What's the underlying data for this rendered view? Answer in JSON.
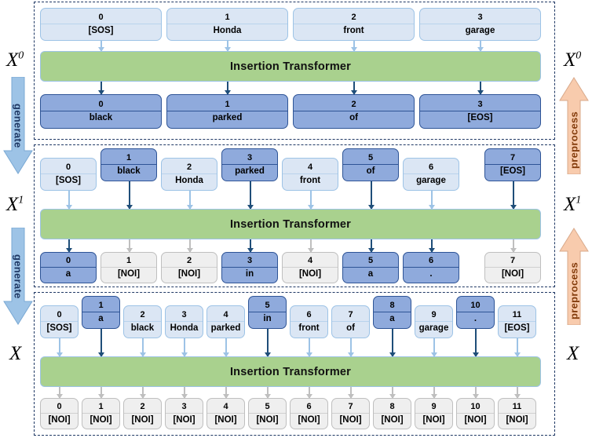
{
  "figure": {
    "model_label": "Insertion Transformer",
    "left_arrow_label": "generate",
    "right_arrow_label": "preprocess",
    "colors": {
      "canvas": "#ffffff",
      "panel_border": "#1f3864",
      "model_bar": "#a9d18e",
      "model_bar_border": "#9dc3e6",
      "box_light": "#dbe6f4",
      "box_light_border": "#9dc3e6",
      "box_blue": "#8faadc",
      "box_blue_border": "#2e5496",
      "box_gray": "#efefef",
      "box_gray_border": "#bfbfbf",
      "arrow_pale": "#9dc3e6",
      "arrow_dark": "#1f4e79",
      "arrow_gray": "#bfbfbf",
      "generate_arrow": "#9dc3e6",
      "preprocess_arrow": "#f8cbad"
    }
  },
  "stages": [
    {
      "name": "stage-0",
      "left_label": "X",
      "left_superscript": "0",
      "right_label": "X",
      "right_superscript": "0",
      "input_row": [
        {
          "index": "0",
          "token": "[SOS]",
          "style": "light"
        },
        {
          "index": "1",
          "token": "Honda",
          "style": "light"
        },
        {
          "index": "2",
          "token": "front",
          "style": "light"
        },
        {
          "index": "3",
          "token": "garage",
          "style": "light"
        }
      ],
      "output_row": [
        {
          "index": "0",
          "token": "black",
          "style": "blue"
        },
        {
          "index": "1",
          "token": "parked",
          "style": "blue"
        },
        {
          "index": "2",
          "token": "of",
          "style": "blue"
        },
        {
          "index": "3",
          "token": "[EOS]",
          "style": "blue"
        }
      ]
    },
    {
      "name": "stage-1",
      "left_label": "X",
      "left_superscript": "1",
      "right_label": "X",
      "right_superscript": "1",
      "input_row": [
        {
          "index": "0",
          "token": "[SOS]",
          "style": "light",
          "raised": false
        },
        {
          "index": "1",
          "token": "black",
          "style": "blue",
          "raised": true
        },
        {
          "index": "2",
          "token": "Honda",
          "style": "light",
          "raised": false
        },
        {
          "index": "3",
          "token": "parked",
          "style": "blue",
          "raised": true
        },
        {
          "index": "4",
          "token": "front",
          "style": "light",
          "raised": false
        },
        {
          "index": "5",
          "token": "of",
          "style": "blue",
          "raised": true
        },
        {
          "index": "6",
          "token": "garage",
          "style": "light",
          "raised": false
        },
        {
          "index": "7",
          "token": "[EOS]",
          "style": "blue",
          "raised": true
        }
      ],
      "output_row": [
        {
          "index": "0",
          "token": "a",
          "style": "blue"
        },
        {
          "index": "1",
          "token": "[NOI]",
          "style": "gray"
        },
        {
          "index": "2",
          "token": "[NOI]",
          "style": "gray"
        },
        {
          "index": "3",
          "token": "in",
          "style": "blue"
        },
        {
          "index": "4",
          "token": "[NOI]",
          "style": "gray"
        },
        {
          "index": "5",
          "token": "a",
          "style": "blue"
        },
        {
          "index": "6",
          "token": ".",
          "style": "blue"
        },
        {
          "index": "7",
          "token": "[NOI]",
          "style": "gray"
        }
      ]
    },
    {
      "name": "stage-2",
      "left_label": "X",
      "left_superscript": "",
      "right_label": "X",
      "right_superscript": "",
      "input_row": [
        {
          "index": "0",
          "token": "[SOS]",
          "style": "light",
          "raised": false
        },
        {
          "index": "1",
          "token": "a",
          "style": "blue",
          "raised": true
        },
        {
          "index": "2",
          "token": "black",
          "style": "light",
          "raised": false
        },
        {
          "index": "3",
          "token": "Honda",
          "style": "light",
          "raised": false
        },
        {
          "index": "4",
          "token": "parked",
          "style": "light",
          "raised": false
        },
        {
          "index": "5",
          "token": "in",
          "style": "blue",
          "raised": true
        },
        {
          "index": "6",
          "token": "front",
          "style": "light",
          "raised": false
        },
        {
          "index": "7",
          "token": "of",
          "style": "light",
          "raised": false
        },
        {
          "index": "8",
          "token": "a",
          "style": "blue",
          "raised": true
        },
        {
          "index": "9",
          "token": "garage",
          "style": "light",
          "raised": false
        },
        {
          "index": "10",
          "token": ".",
          "style": "blue",
          "raised": true
        },
        {
          "index": "11",
          "token": "[EOS]",
          "style": "light",
          "raised": false
        }
      ],
      "output_row": [
        {
          "index": "0",
          "token": "[NOI]",
          "style": "gray"
        },
        {
          "index": "1",
          "token": "[NOI]",
          "style": "gray"
        },
        {
          "index": "2",
          "token": "[NOI]",
          "style": "gray"
        },
        {
          "index": "3",
          "token": "[NOI]",
          "style": "gray"
        },
        {
          "index": "4",
          "token": "[NOI]",
          "style": "gray"
        },
        {
          "index": "5",
          "token": "[NOI]",
          "style": "gray"
        },
        {
          "index": "6",
          "token": "[NOI]",
          "style": "gray"
        },
        {
          "index": "7",
          "token": "[NOI]",
          "style": "gray"
        },
        {
          "index": "8",
          "token": "[NOI]",
          "style": "gray"
        },
        {
          "index": "9",
          "token": "[NOI]",
          "style": "gray"
        },
        {
          "index": "10",
          "token": "[NOI]",
          "style": "gray"
        },
        {
          "index": "11",
          "token": "[NOI]",
          "style": "gray"
        }
      ]
    }
  ]
}
